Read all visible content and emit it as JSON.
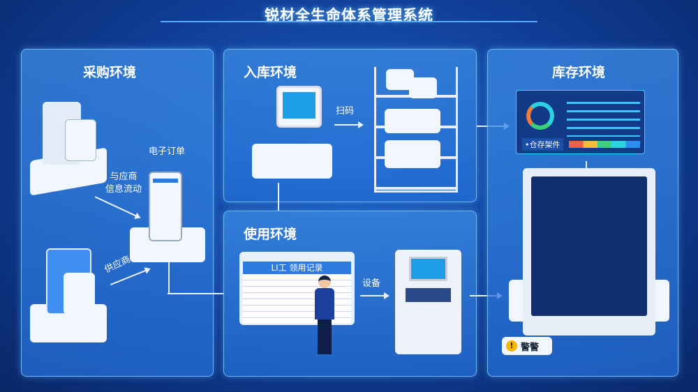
{
  "title": "锐材全生命体系管理系统",
  "panels": {
    "procurement": {
      "title": "采购环境",
      "order_label": "电子订单",
      "flow_label": "与应商\n信息流动",
      "supplier_label": "供应商"
    },
    "inbound": {
      "title": "入库环境",
      "scan_label": "扫码"
    },
    "usage": {
      "title": "使用环境",
      "sheet_title": "LI工 领用记录",
      "device_label": "设备"
    },
    "inventory": {
      "title": "库存环境",
      "shelf_label": "•仓存架件",
      "alert_label": "警警"
    }
  },
  "colors": {
    "accent": "#6fb6ff",
    "background": "#0f3c93",
    "alert": "#f5b800"
  }
}
